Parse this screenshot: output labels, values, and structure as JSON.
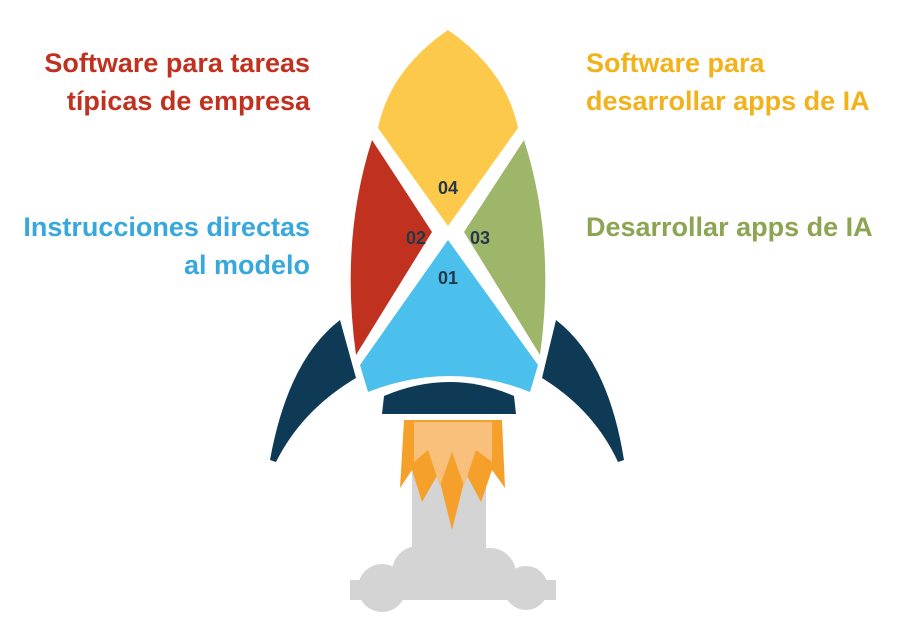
{
  "steps": [
    {
      "number": "01",
      "label": "Instrucciones directas\nal modelo",
      "color": "#4cc0ec"
    },
    {
      "number": "02",
      "label": "Software para tareas\ntípicas de empresa",
      "color": "#c0321f"
    },
    {
      "number": "03",
      "label": "Desarrollar apps de IA",
      "color": "#9eb66a"
    },
    {
      "number": "04",
      "label": "Software para\ndesarrollar apps de IA",
      "color": "#fdc94a"
    }
  ],
  "colors": {
    "fins": "#0e3a56",
    "flame_outer": "#f5a02a",
    "flame_inner": "#f8c07a",
    "smoke": "#d4d4d4"
  }
}
